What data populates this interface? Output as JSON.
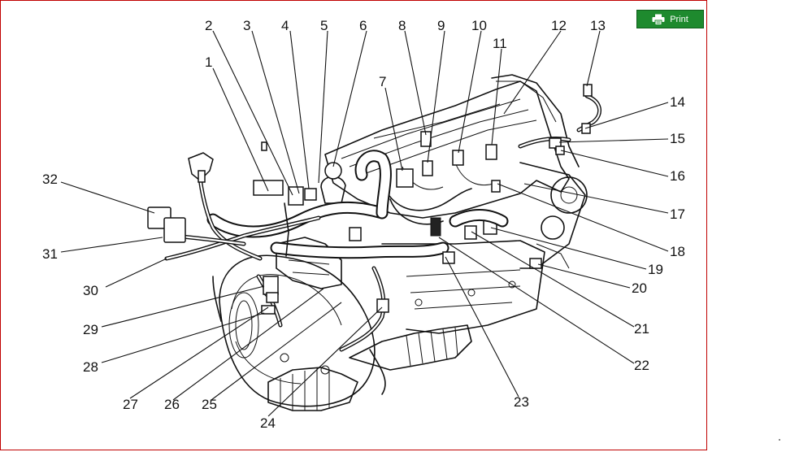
{
  "toolbar": {
    "print_label": "Print",
    "print_icon": "printer-icon",
    "accent_color": "#1e8a2e"
  },
  "diagram": {
    "callouts": [
      "1",
      "2",
      "3",
      "4",
      "5",
      "6",
      "7",
      "8",
      "9",
      "10",
      "11",
      "12",
      "13",
      "14",
      "15",
      "16",
      "17",
      "18",
      "19",
      "20",
      "21",
      "22",
      "23",
      "24",
      "25",
      "26",
      "27",
      "28",
      "29",
      "30",
      "31",
      "32"
    ]
  }
}
